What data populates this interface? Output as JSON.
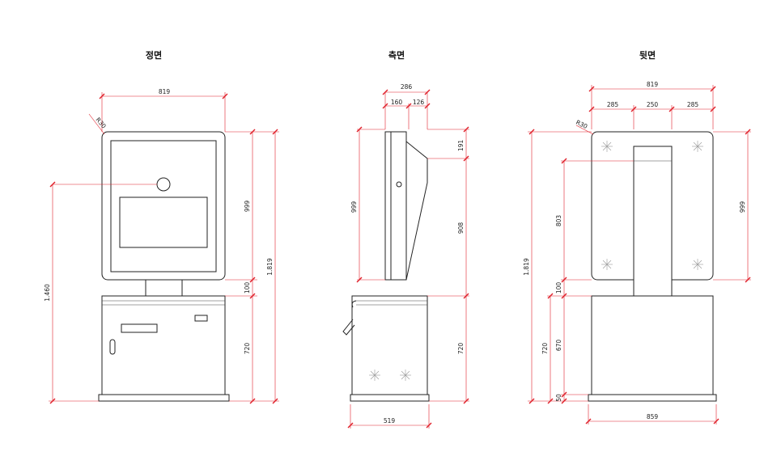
{
  "views": {
    "front": {
      "title": "정면",
      "dims": {
        "width": "819",
        "corner": "R30",
        "upper_height": "999",
        "gap": "100",
        "lower_height": "720",
        "total_height": "1.819",
        "center_height": "1.460"
      }
    },
    "side": {
      "title": "측면",
      "dims": {
        "depth_top": "286",
        "depth_a": "160",
        "depth_b": "126",
        "top_slope": "191",
        "upper_height": "999",
        "screen_height": "908",
        "lower_height": "720",
        "base_depth": "519"
      }
    },
    "back": {
      "title": "뒷면",
      "dims": {
        "width": "819",
        "seg_left": "285",
        "seg_mid": "250",
        "seg_right": "285",
        "corner": "R30",
        "upper_height": "999",
        "mount_height": "803",
        "gap": "100",
        "total_height": "1.819",
        "lower_height": "720",
        "lower_inner": "670",
        "base": "50",
        "base_width": "859"
      }
    }
  },
  "colors": {
    "dimension_line": "#e0202a",
    "outline": "#222222"
  }
}
